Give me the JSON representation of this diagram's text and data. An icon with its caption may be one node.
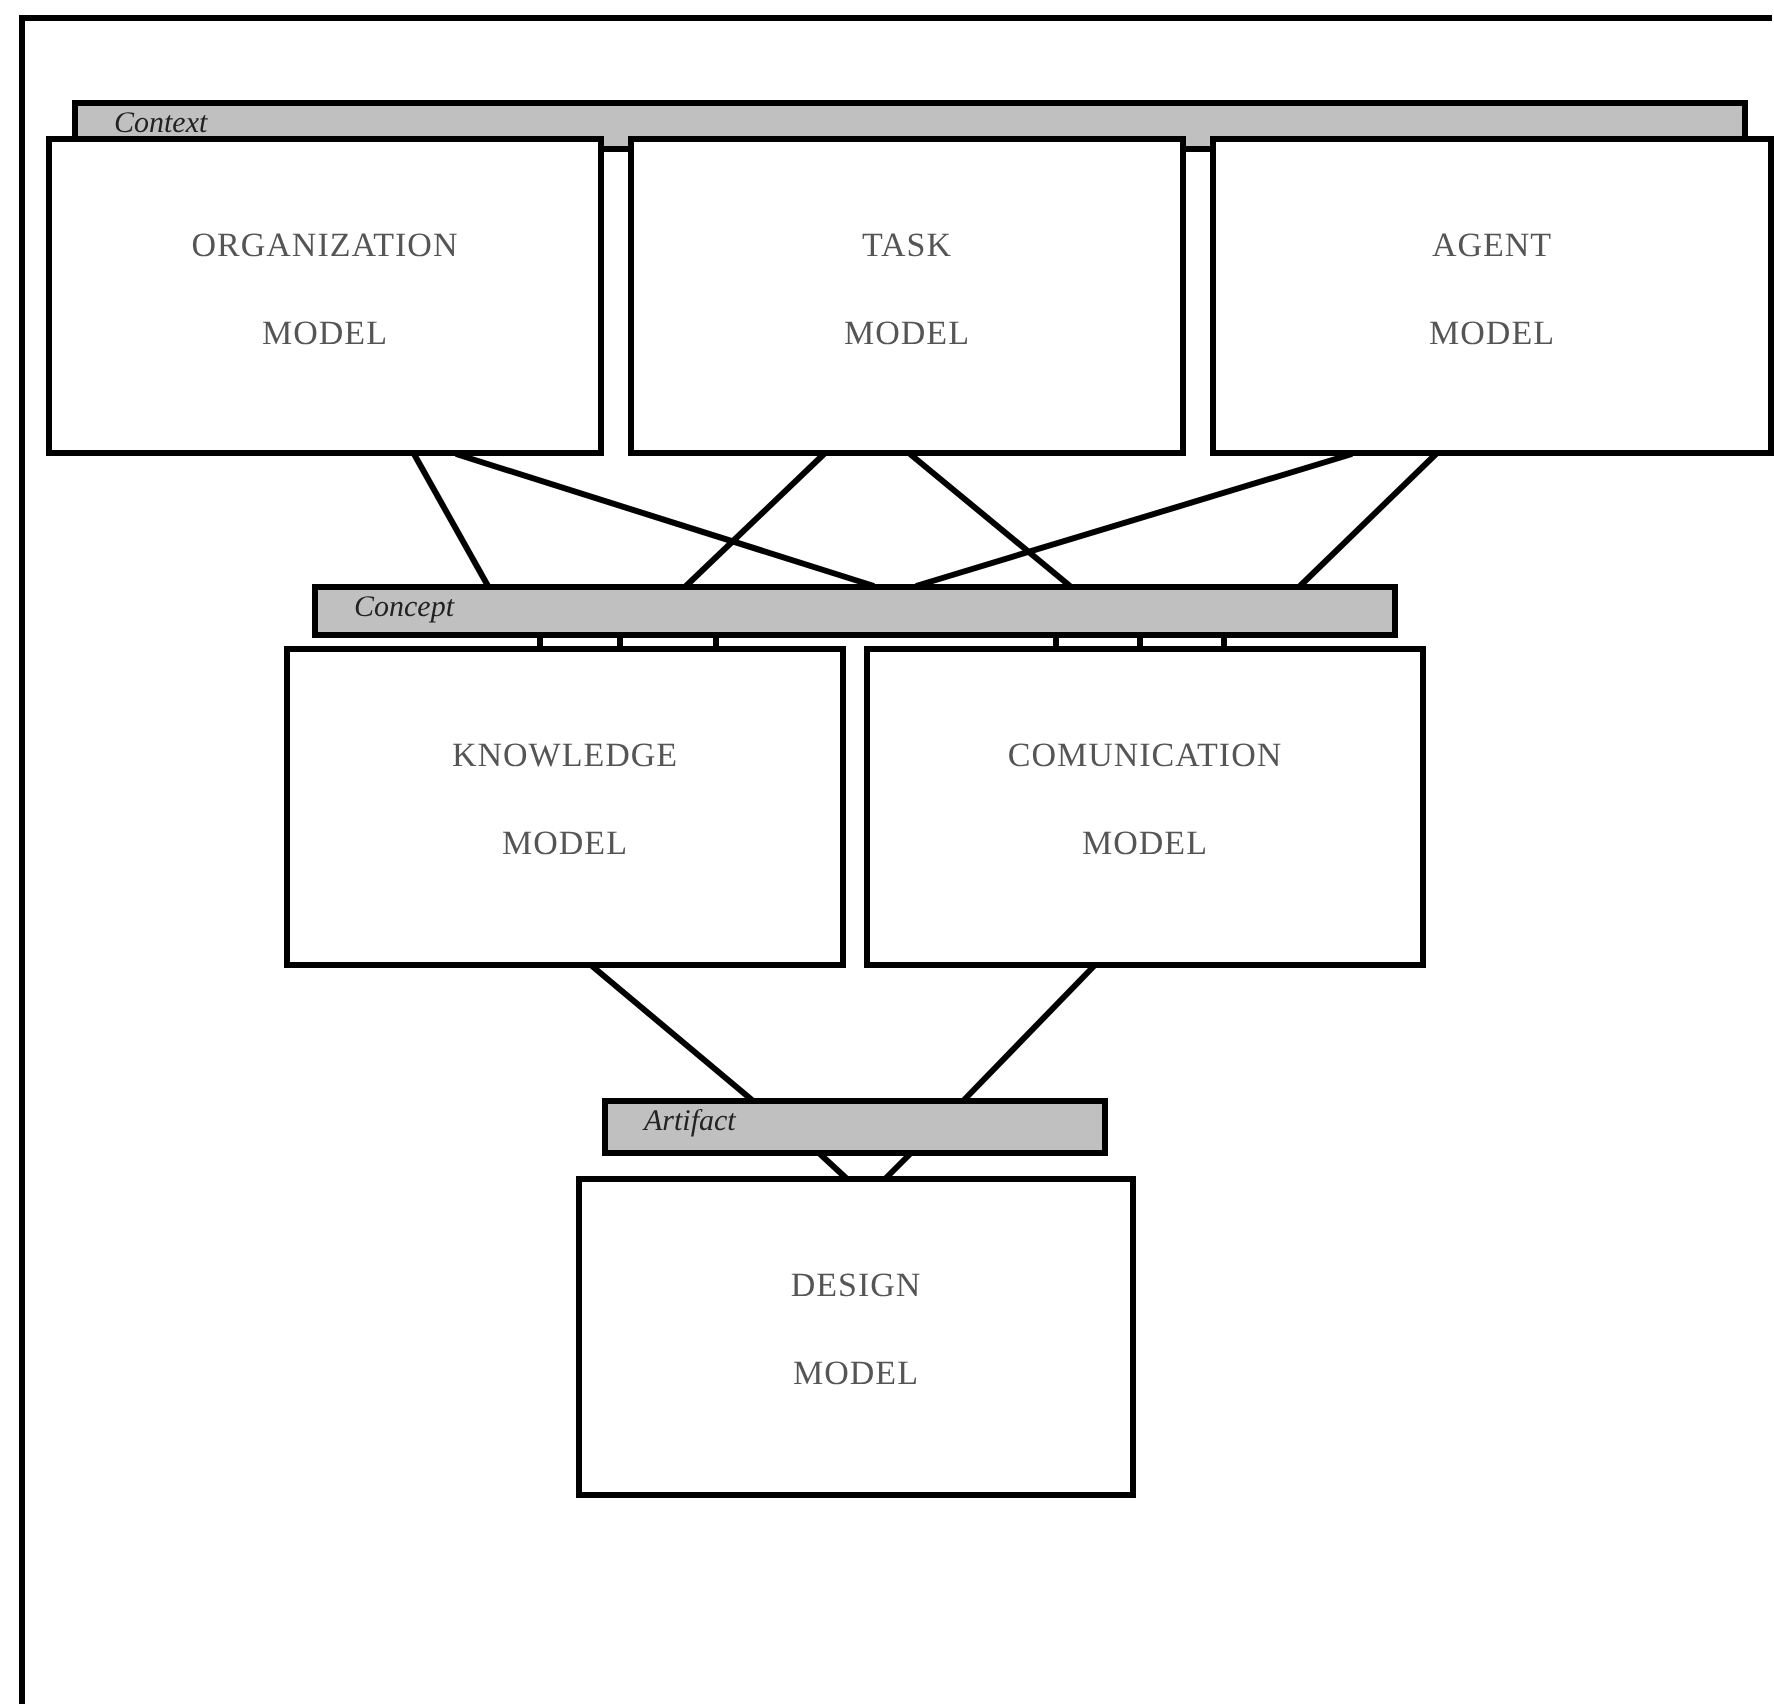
{
  "diagram": {
    "nodes": [
      {
        "text": [
          "Context"
        ]
      },
      {
        "text": [
          "ORGANIZATION MODEL"
        ]
      },
      {
        "text": [
          "TASK MODEL"
        ]
      },
      {
        "text": [
          "AGENT MODEL"
        ]
      },
      {
        "text": [
          "Concept"
        ]
      },
      {
        "text": [
          "KNOWLEDGE MODEL"
        ]
      },
      {
        "text": [
          "COMUNICATION MODEL"
        ]
      },
      {
        "text": [
          "Artifact"
        ]
      },
      {
        "text": [
          "DESIGN MODEL"
        ]
      }
    ],
    "edges": [
      {
        "from": 1,
        "to": 4,
        "arrow": "none"
      },
      {
        "from": 1,
        "to": 4,
        "arrow": "none"
      },
      {
        "from": 2,
        "to": 4,
        "arrow": "none"
      },
      {
        "from": 2,
        "to": 4,
        "arrow": "none"
      },
      {
        "from": 3,
        "to": 4,
        "arrow": "none"
      },
      {
        "from": 3,
        "to": 4,
        "arrow": "none"
      },
      {
        "from": 4,
        "to": 5,
        "arrow": "none"
      },
      {
        "from": 4,
        "to": 5,
        "arrow": "none"
      },
      {
        "from": 4,
        "to": 5,
        "arrow": "none"
      },
      {
        "from": 4,
        "to": 6,
        "arrow": "none"
      },
      {
        "from": 4,
        "to": 6,
        "arrow": "none"
      },
      {
        "from": 4,
        "to": 6,
        "arrow": "none"
      },
      {
        "from": 5,
        "to": 7,
        "arrow": "none"
      },
      {
        "from": 6,
        "to": 7,
        "arrow": "none"
      },
      {
        "from": 7,
        "to": 8,
        "arrow": "none"
      },
      {
        "from": 7,
        "to": 8,
        "arrow": "none"
      }
    ]
  }
}
